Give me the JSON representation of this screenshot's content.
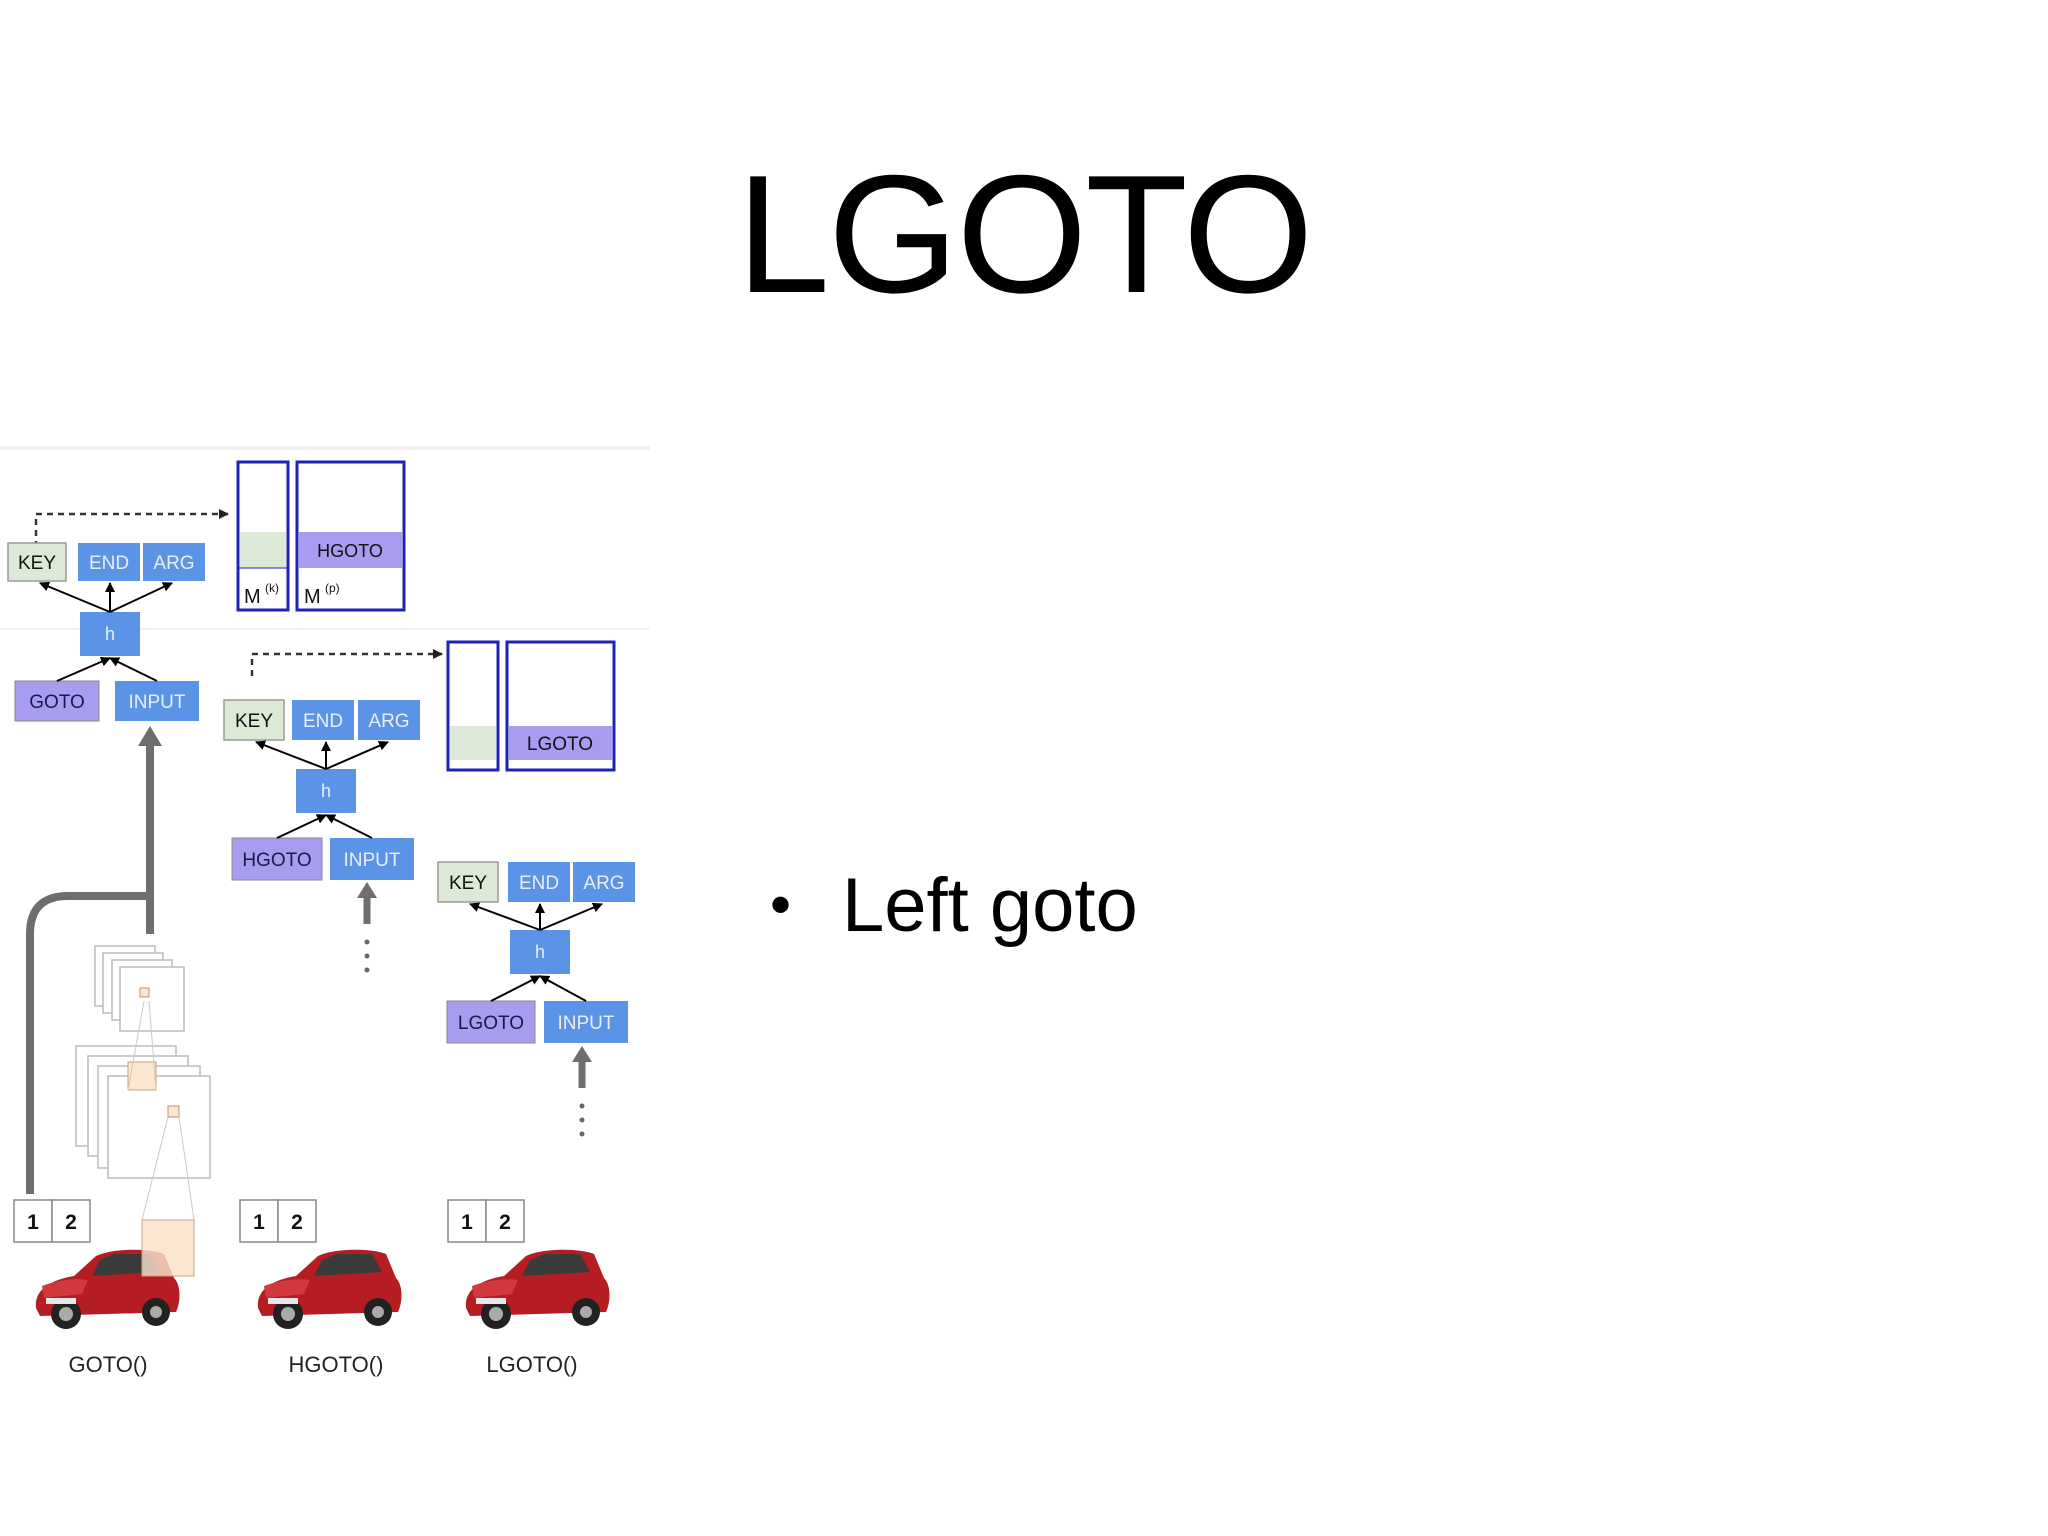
{
  "slide": {
    "title": "LGOTO",
    "bullets": [
      "Left goto"
    ]
  },
  "colors": {
    "key_fill": "#dbe9d6",
    "blue_box": "#5b93e6",
    "purple_box": "#a89cf0",
    "memory_outline": "#1f22b8",
    "arrow_gray": "#6e6e6e",
    "car_red": "#b51d22"
  },
  "figure": {
    "panels": [
      {
        "key": "KEY",
        "end": "END",
        "arg": "ARG",
        "hidden": "h",
        "input_left": "GOTO",
        "input_right": "INPUT",
        "memory_key_label": "M",
        "memory_key_sup": "(k)",
        "memory_prog_label": "M",
        "memory_prog_sup": "(p)",
        "memory_prog_entry": "HGOTO",
        "grid": [
          "1",
          "2"
        ],
        "caption": "GOTO()"
      },
      {
        "key": "KEY",
        "end": "END",
        "arg": "ARG",
        "hidden": "h",
        "input_left": "HGOTO",
        "input_right": "INPUT",
        "memory_prog_entry": "LGOTO",
        "grid": [
          "1",
          "2"
        ],
        "caption": "HGOTO()"
      },
      {
        "key": "KEY",
        "end": "END",
        "arg": "ARG",
        "hidden": "h",
        "input_left": "LGOTO",
        "input_right": "INPUT",
        "grid": [
          "1",
          "2"
        ],
        "caption": "LGOTO()"
      }
    ]
  }
}
